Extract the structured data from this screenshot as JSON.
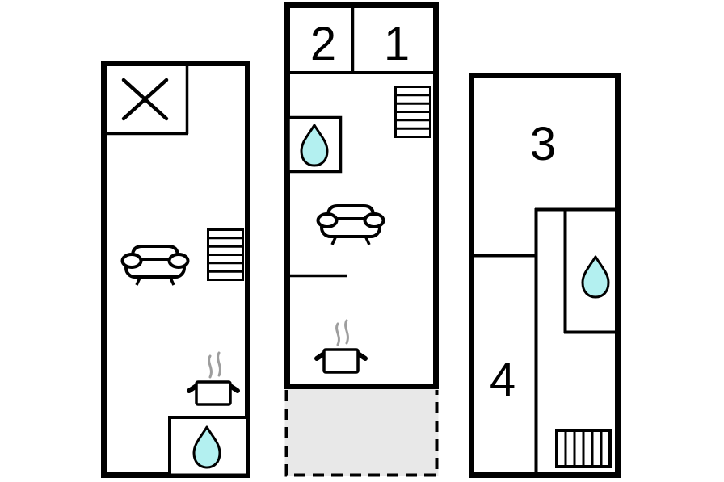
{
  "title": "three-level-floor-plan",
  "colors": {
    "wall": "#000000",
    "water_drop_fill": "#b3f0f0",
    "terrace_fill": "#e8e8e8",
    "steam": "#9e9e9e",
    "background": "#ffffff"
  },
  "floors": {
    "left": {
      "name": "left-floor-plan",
      "room_labels": {},
      "features": [
        "crossed-square-area",
        "stairs",
        "sofa",
        "stove-pot",
        "water-drop-bathroom"
      ]
    },
    "middle": {
      "name": "middle-floor-plan",
      "room_labels": {
        "room2": "2",
        "room1": "1"
      },
      "features": [
        "stairs",
        "water-drop-bathroom",
        "sofa",
        "stove-pot",
        "dashed-terrace"
      ]
    },
    "right": {
      "name": "right-floor-plan",
      "room_labels": {
        "room3": "3",
        "room4": "4"
      },
      "features": [
        "water-drop-bathroom",
        "vent-grille"
      ]
    }
  }
}
